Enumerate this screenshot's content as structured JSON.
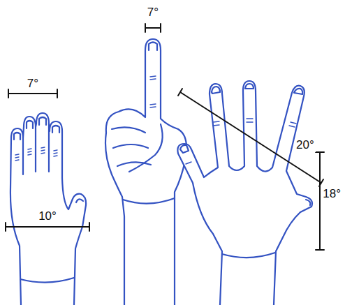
{
  "diagram": {
    "labels": [
      "7°",
      "10°",
      "7°",
      "20°",
      "18°"
    ]
  }
}
